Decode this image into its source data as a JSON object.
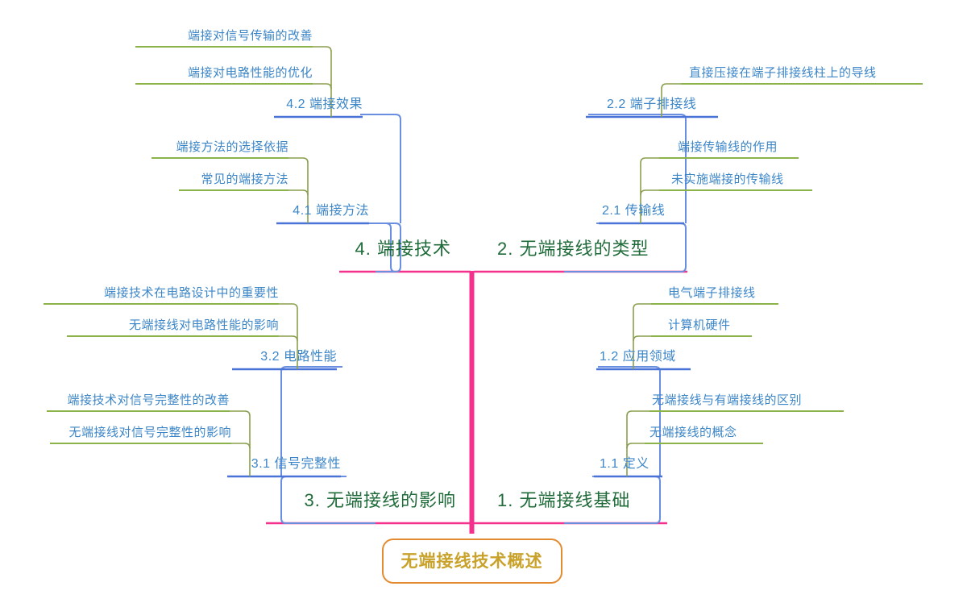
{
  "diagram": {
    "type": "mind-map",
    "title": "无端接线技术概述",
    "colors": {
      "root_border": "#e38b30",
      "root_text": "#c9a22b",
      "spine": "#f4318c",
      "main_underline": "#f4318c",
      "main_text": "#1f6b39",
      "level2_text": "#3c86c8",
      "level2_underline": "#4a73d8",
      "level2_connector": "#6a8fe0",
      "leaf_text": "#3c86c8",
      "leaf_underline": "#8cb34a",
      "leaf_connector": "#8a9f4e",
      "background": "#ffffff"
    },
    "root": {
      "label": "无端接线技术概述"
    },
    "branches": [
      {
        "id": "b1",
        "label": "1. 无端接线基础",
        "side": "right",
        "children": [
          {
            "id": "1.1",
            "label": "1.1 定义",
            "children": [
              {
                "label": "无端接线与有端接线的区别"
              },
              {
                "label": "无端接线的概念"
              }
            ]
          },
          {
            "id": "1.2",
            "label": "1.2 应用领域",
            "children": [
              {
                "label": "电气端子排接线"
              },
              {
                "label": "计算机硬件"
              }
            ]
          }
        ]
      },
      {
        "id": "b2",
        "label": "2. 无端接线的类型",
        "side": "right",
        "children": [
          {
            "id": "2.1",
            "label": "2.1 传输线",
            "children": [
              {
                "label": "端接传输线的作用"
              },
              {
                "label": "未实施端接的传输线"
              }
            ]
          },
          {
            "id": "2.2",
            "label": "2.2 端子排接线",
            "children": [
              {
                "label": "直接压接在端子排接线柱上的导线"
              }
            ]
          }
        ]
      },
      {
        "id": "b3",
        "label": "3. 无端接线的影响",
        "side": "left",
        "children": [
          {
            "id": "3.1",
            "label": "3.1 信号完整性",
            "children": [
              {
                "label": "端接技术对信号完整性的改善"
              },
              {
                "label": "无端接线对信号完整性的影响"
              }
            ]
          },
          {
            "id": "3.2",
            "label": "3.2 电路性能",
            "children": [
              {
                "label": "端接技术在电路设计中的重要性"
              },
              {
                "label": "无端接线对电路性能的影响"
              }
            ]
          }
        ]
      },
      {
        "id": "b4",
        "label": "4. 端接技术",
        "side": "left",
        "children": [
          {
            "id": "4.1",
            "label": "4.1 端接方法",
            "children": [
              {
                "label": "端接方法的选择依据"
              },
              {
                "label": "常见的端接方法"
              }
            ]
          },
          {
            "id": "4.2",
            "label": "4.2 端接效果",
            "children": [
              {
                "label": "端接对信号传输的改善"
              },
              {
                "label": "端接对电路性能的优化"
              }
            ]
          }
        ]
      }
    ]
  }
}
